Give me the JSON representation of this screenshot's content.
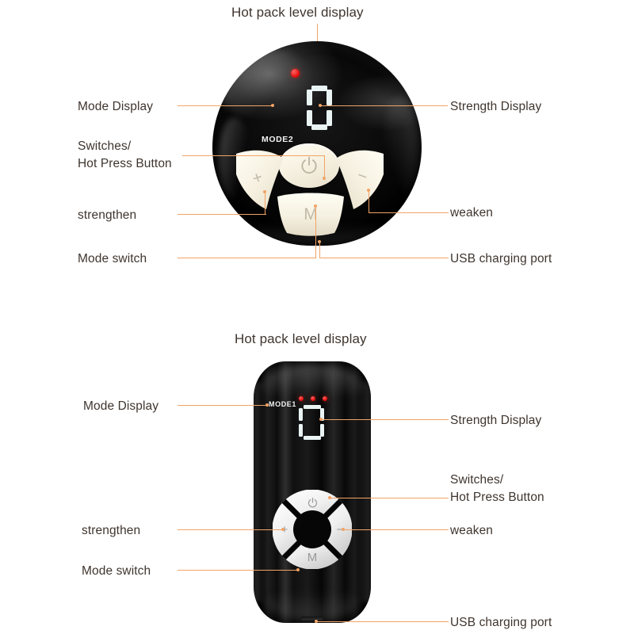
{
  "page": {
    "background": "#ffffff",
    "leader_color": "#f2a365",
    "text_color": "#3f352e"
  },
  "devices": [
    {
      "id": "round-massager",
      "title": "Hot pack level display",
      "mode_label": "MODE2",
      "strength_value": "0",
      "indicator_led_color": "#e8110f",
      "buttons": {
        "power": "power-icon",
        "strengthen": "+",
        "weaken": "−",
        "mode": "M"
      },
      "callouts": [
        {
          "name": "mode-display",
          "text": "Mode Display",
          "side": "left"
        },
        {
          "name": "switches",
          "text": "Switches/\nHot Press Button",
          "side": "left"
        },
        {
          "name": "strengthen",
          "text": "strengthen",
          "side": "left"
        },
        {
          "name": "mode-switch",
          "text": "Mode switch",
          "side": "left"
        },
        {
          "name": "strength-display",
          "text": "Strength Display",
          "side": "right"
        },
        {
          "name": "weaken",
          "text": "weaken",
          "side": "right"
        },
        {
          "name": "usb-charging-port",
          "text": "USB charging port",
          "side": "right"
        }
      ]
    },
    {
      "id": "bar-massager",
      "title": "Hot pack level display",
      "mode_label": "MODE1",
      "strength_value": "0",
      "indicator_led_count": 3,
      "indicator_led_color": "#e8110f",
      "buttons": {
        "power": "power-icon",
        "strengthen": "+",
        "weaken": "−",
        "mode": "M"
      },
      "callouts": [
        {
          "name": "mode-display",
          "text": "Mode Display",
          "side": "left"
        },
        {
          "name": "strengthen",
          "text": "strengthen",
          "side": "left"
        },
        {
          "name": "mode-switch",
          "text": "Mode switch",
          "side": "left"
        },
        {
          "name": "strength-display",
          "text": "Strength Display",
          "side": "right"
        },
        {
          "name": "switches",
          "text": "Switches/\nHot Press Button",
          "side": "right"
        },
        {
          "name": "weaken",
          "text": "weaken",
          "side": "right"
        },
        {
          "name": "usb-charging-port",
          "text": "USB charging port",
          "side": "right"
        }
      ]
    }
  ]
}
